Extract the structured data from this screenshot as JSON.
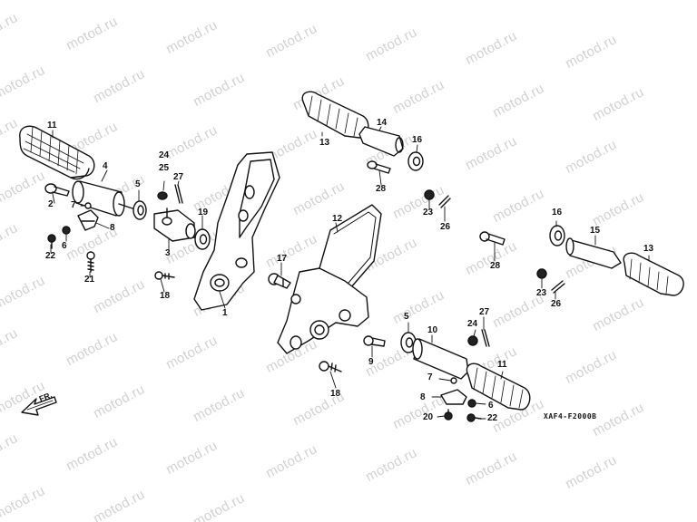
{
  "watermark": "motod.ru",
  "diagram_code": "XAF4-F2000B",
  "direction_label": "FR.",
  "parts": [
    {
      "id": "p11a",
      "num": "11"
    },
    {
      "id": "p4",
      "num": "4"
    },
    {
      "id": "p2",
      "num": "2"
    },
    {
      "id": "p7a",
      "num": "7"
    },
    {
      "id": "p8a",
      "num": "8"
    },
    {
      "id": "p6a",
      "num": "6"
    },
    {
      "id": "p22a",
      "num": "22"
    },
    {
      "id": "p21",
      "num": "21"
    },
    {
      "id": "p5a",
      "num": "5"
    },
    {
      "id": "p24a",
      "num": "24"
    },
    {
      "id": "p25",
      "num": "25"
    },
    {
      "id": "p27a",
      "num": "27"
    },
    {
      "id": "p3",
      "num": "3"
    },
    {
      "id": "p19",
      "num": "19"
    },
    {
      "id": "p18a",
      "num": "18"
    },
    {
      "id": "p1",
      "num": "1"
    },
    {
      "id": "p17",
      "num": "17"
    },
    {
      "id": "p12",
      "num": "12"
    },
    {
      "id": "p13a",
      "num": "13"
    },
    {
      "id": "p14",
      "num": "14"
    },
    {
      "id": "p16a",
      "num": "16"
    },
    {
      "id": "p28a",
      "num": "28"
    },
    {
      "id": "p23a",
      "num": "23"
    },
    {
      "id": "p26a",
      "num": "26"
    },
    {
      "id": "p28b",
      "num": "28"
    },
    {
      "id": "p16b",
      "num": "16"
    },
    {
      "id": "p15",
      "num": "15"
    },
    {
      "id": "p13b",
      "num": "13"
    },
    {
      "id": "p23b",
      "num": "23"
    },
    {
      "id": "p26b",
      "num": "26"
    },
    {
      "id": "p5b",
      "num": "5"
    },
    {
      "id": "p10",
      "num": "10"
    },
    {
      "id": "p24b",
      "num": "24"
    },
    {
      "id": "p27b",
      "num": "27"
    },
    {
      "id": "p9",
      "num": "9"
    },
    {
      "id": "p18b",
      "num": "18"
    },
    {
      "id": "p7b",
      "num": "7"
    },
    {
      "id": "p11b",
      "num": "11"
    },
    {
      "id": "p8b",
      "num": "8"
    },
    {
      "id": "p6b",
      "num": "6"
    },
    {
      "id": "p20",
      "num": "20"
    },
    {
      "id": "p22b",
      "num": "22"
    }
  ]
}
